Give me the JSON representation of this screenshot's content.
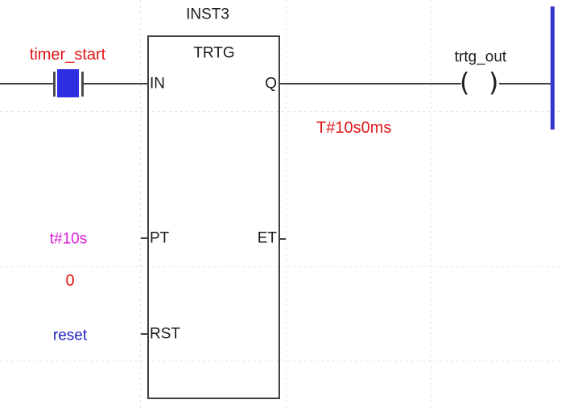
{
  "colors": {
    "background": "#ffffff",
    "wire": "#3f3f3f",
    "text": "#1c1c1c",
    "grid": "#e3e3e3",
    "operand-red": "#e01717",
    "operand-magenta": "#dd1cdd",
    "operand-blue": "#2121c8",
    "contact-fill": "#2f2fe2",
    "rail-blue": "#3535cf"
  },
  "network": {
    "contact": {
      "label": "timer_start"
    },
    "block": {
      "instance": "INST3",
      "type": "TRTG",
      "pins": {
        "in": "IN",
        "q": "Q",
        "pt": "PT",
        "et": "ET",
        "rst": "RST"
      }
    },
    "coil": {
      "label": "trtg_out",
      "open": "(",
      "close": ")"
    },
    "operands": {
      "q_monitor": "T#10s0ms",
      "pt_value": "t#10s",
      "monitor_zero": "0",
      "rst_value": "reset"
    }
  }
}
